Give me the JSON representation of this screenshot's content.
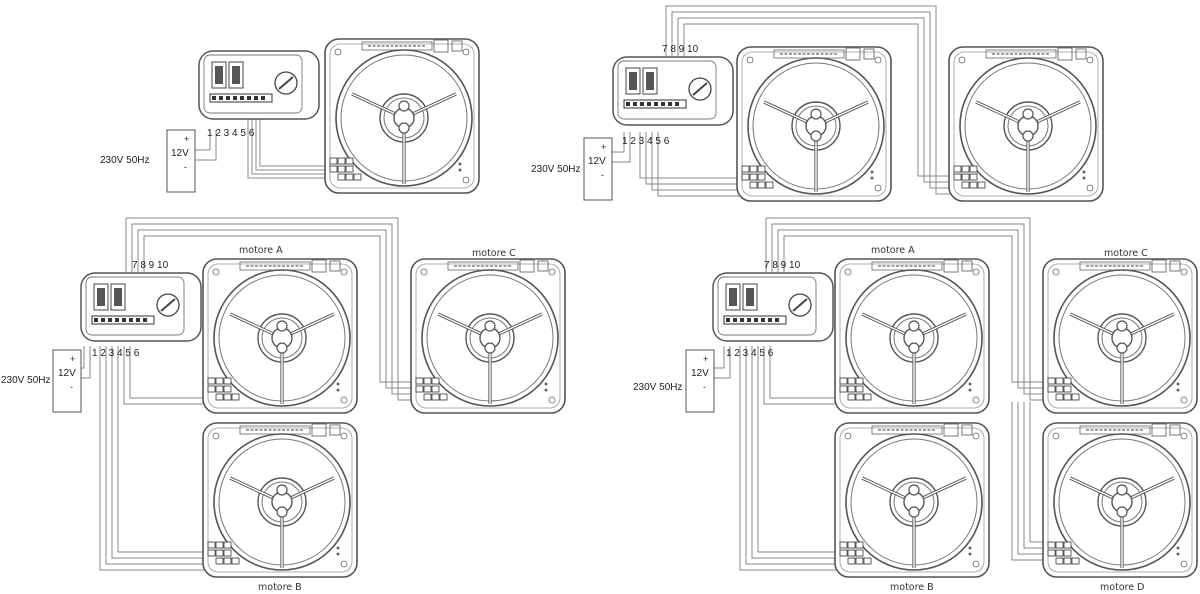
{
  "diagrams": [
    {
      "id": "diagram-1-fan",
      "supply_label": "230V 50Hz",
      "psu_label": "12V",
      "psu_plus": "+",
      "psu_minus": "-",
      "terminals_low": "1 2 3 4 5 6",
      "terminals_high": "",
      "motors": []
    },
    {
      "id": "diagram-2-fans",
      "supply_label": "230V 50Hz",
      "psu_label": "12V",
      "psu_plus": "+",
      "psu_minus": "-",
      "terminals_low": "1 2 3 4 5 6",
      "terminals_high": "7 8 9 10",
      "motors": []
    },
    {
      "id": "diagram-3-fans",
      "supply_label": "230V 50Hz",
      "psu_label": "12V",
      "psu_plus": "+",
      "psu_minus": "-",
      "terminals_low": "1 2 3 4 5 6",
      "terminals_high": "7 8 9 10",
      "motors": [
        "motore A",
        "motore C",
        "motore B"
      ]
    },
    {
      "id": "diagram-4-fans",
      "supply_label": "230V 50Hz",
      "psu_label": "12V",
      "psu_plus": "+",
      "psu_minus": "-",
      "terminals_low": "1 2 3 4 5 6",
      "terminals_high": "7 8 9 10",
      "motors": [
        "motore A",
        "motore C",
        "motore B",
        "motore D"
      ]
    }
  ]
}
